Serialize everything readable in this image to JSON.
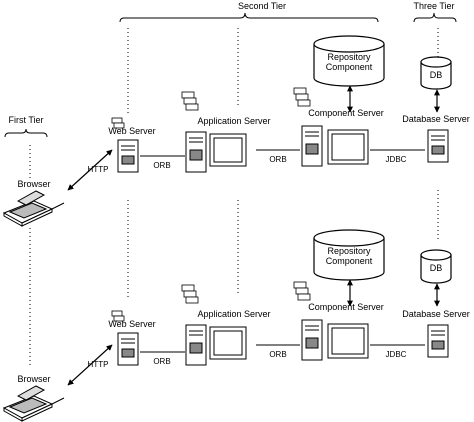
{
  "tiers": {
    "first": "First Tier",
    "second": "Second Tier",
    "third": "Three Tier"
  },
  "rows": [
    {
      "browser": "Browser",
      "http": "HTTP",
      "web_server": "Web Server",
      "orb_1": "ORB",
      "app_server": "Application Server",
      "orb_2": "ORB",
      "component_server": "Component Server",
      "repository_line1": "Component",
      "repository_line2": "Repository",
      "jdbc": "JDBC",
      "db_server": "Database Server",
      "db": "DB"
    },
    {
      "browser": "Browser",
      "http": "HTTP",
      "web_server": "Web Server",
      "orb_1": "ORB",
      "app_server": "Application Server",
      "orb_2": "ORB",
      "component_server": "Component Server",
      "repository_line1": "Component",
      "repository_line2": "Repository",
      "jdbc": "JDBC",
      "db_server": "Database Server",
      "db": "DB"
    }
  ],
  "icons": [
    "browser-computer-icon",
    "server-tower-icon",
    "monitor-icon",
    "cylinder-icon",
    "component-stack-icon"
  ]
}
